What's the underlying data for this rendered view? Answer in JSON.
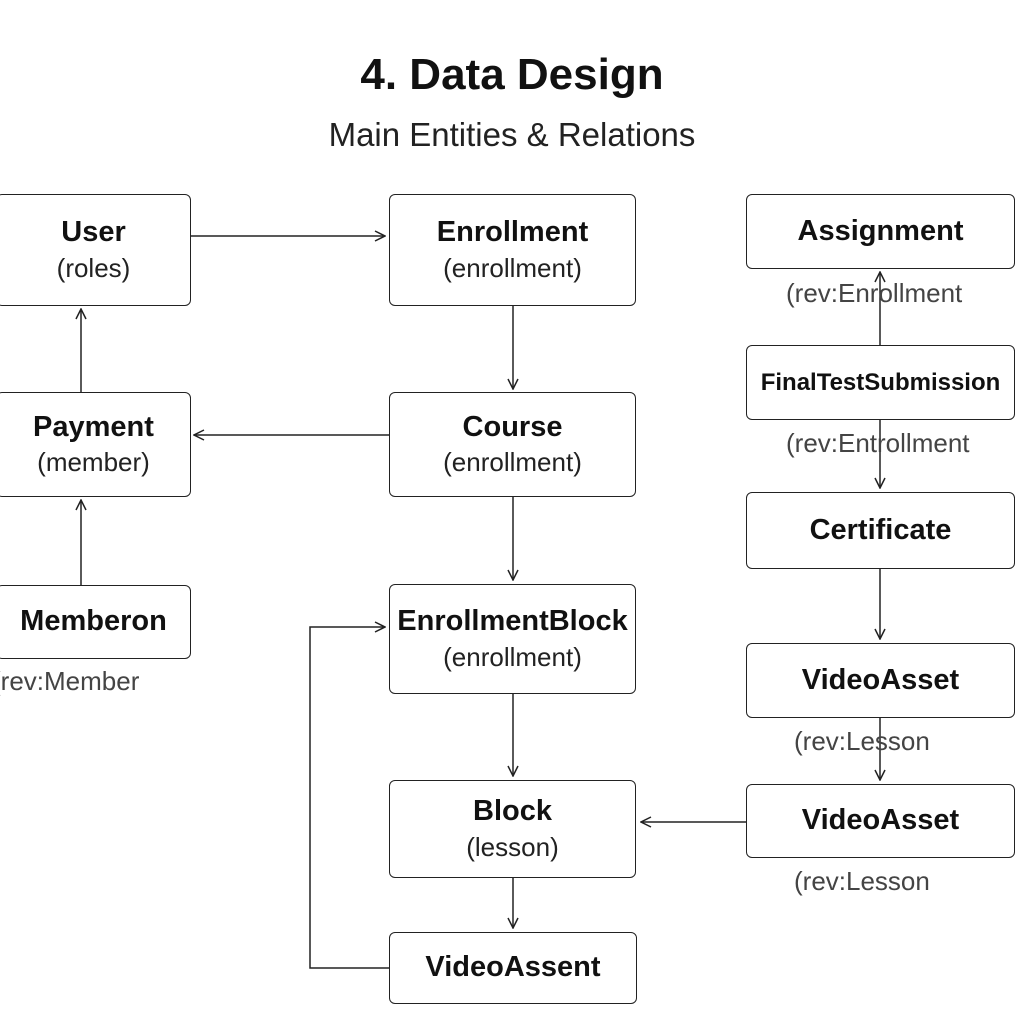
{
  "title": "4. Data Design",
  "subtitle": "Main Entities & Relations",
  "colors": {
    "line": "#222222",
    "text": "#111111",
    "note": "#444444"
  },
  "nodes": {
    "user": {
      "name": "User",
      "sub": "(roles)"
    },
    "enrollment": {
      "name": "Enrollment",
      "sub": "(enrollment)"
    },
    "assignment": {
      "name": "Assignment"
    },
    "payment": {
      "name": "Payment",
      "sub": "(member)"
    },
    "course": {
      "name": "Course",
      "sub": "(enrollment)"
    },
    "final_test_submission": {
      "name": "FinalTestSubmission"
    },
    "memberon": {
      "name": "Memberon"
    },
    "enrollment_block": {
      "name": "EnrollmentBlock",
      "sub": "(enrollment)"
    },
    "certificate": {
      "name": "Certificate"
    },
    "video_asset_1": {
      "name": "VideoAsset"
    },
    "block": {
      "name": "Block",
      "sub": "(lesson)"
    },
    "video_asset_2": {
      "name": "VideoAsset"
    },
    "video_assent": {
      "name": "VideoAssent"
    }
  },
  "notes": {
    "rev_enrollment_1": "(rev:Enrollment",
    "rev_enrollment_2": "(rev:Entrollment",
    "rev_member": "(rev:Member",
    "rev_lesson_1": "(rev:Lesson",
    "rev_lesson_2": "(rev:Lesson"
  }
}
